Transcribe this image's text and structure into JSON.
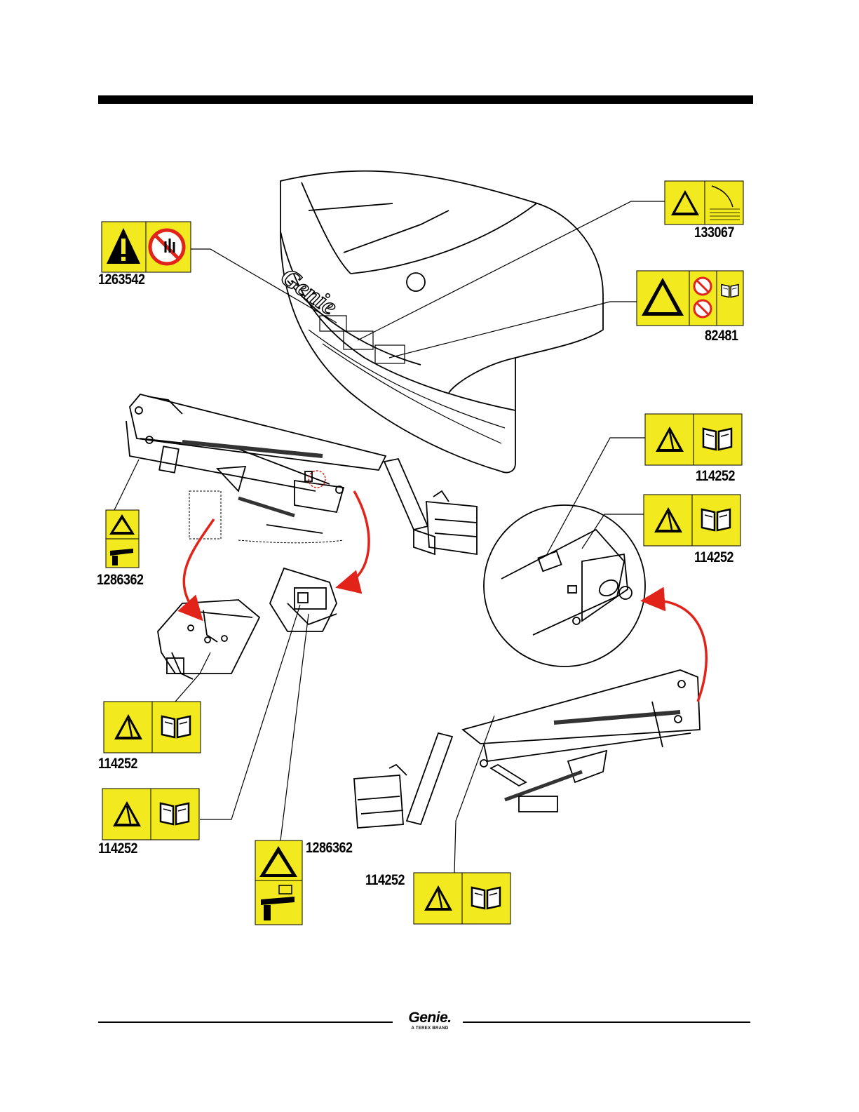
{
  "decals": [
    {
      "id": "decal-133067",
      "number": "133067",
      "type": "safety-decal-tip-over"
    },
    {
      "id": "decal-1263542",
      "number": "1263542",
      "type": "safety-decal-stop-hand"
    },
    {
      "id": "decal-82481",
      "number": "82481",
      "type": "safety-decal-battery"
    },
    {
      "id": "decal-114252-a",
      "number": "114252",
      "type": "safety-decal-crush-manual"
    },
    {
      "id": "decal-114252-b",
      "number": "114252",
      "type": "safety-decal-crush-manual"
    },
    {
      "id": "decal-1286362-a",
      "number": "1286362",
      "type": "safety-decal-pinch"
    },
    {
      "id": "decal-114252-c",
      "number": "114252",
      "type": "safety-decal-crush-manual"
    },
    {
      "id": "decal-114252-d",
      "number": "114252",
      "type": "safety-decal-crush-manual"
    },
    {
      "id": "decal-1286362-b",
      "number": "1286362",
      "type": "safety-decal-pinch"
    },
    {
      "id": "decal-114252-e",
      "number": "114252",
      "type": "safety-decal-crush-manual"
    }
  ],
  "machine_branding": "Genie",
  "footer": {
    "brand": "Genie.",
    "tagline": "A TEREX BRAND"
  },
  "colors": {
    "decal_yellow": "#f2ea1f",
    "arrow_red": "#e2231a",
    "line_black": "#000000"
  }
}
